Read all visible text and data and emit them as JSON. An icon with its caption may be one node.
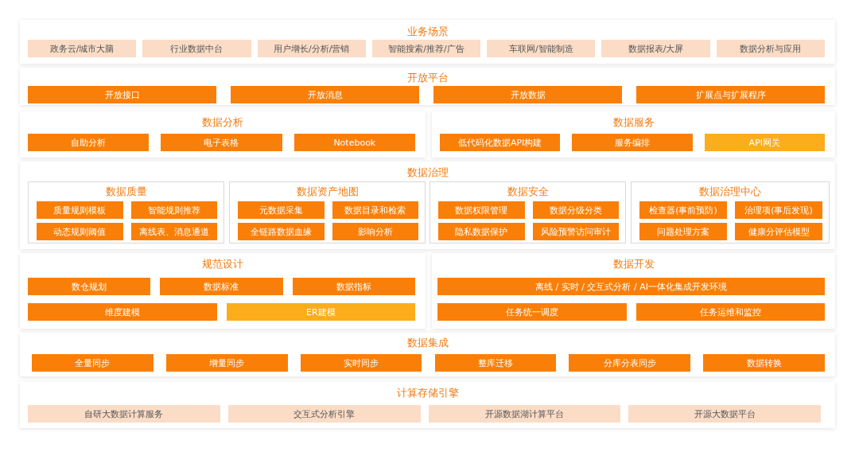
{
  "diagram": {
    "nodes": [
      {
        "text": [
          "业务场景"
        ]
      },
      {
        "text": [
          "政务云/城市大脑"
        ],
        "in": 0
      },
      {
        "text": [
          "行业数据中台"
        ],
        "in": 0
      },
      {
        "text": [
          "用户增长/分析/营销"
        ],
        "in": 0
      },
      {
        "text": [
          "智能搜索/推荐/广告"
        ],
        "in": 0
      },
      {
        "text": [
          "车联网/智能制造"
        ],
        "in": 0
      },
      {
        "text": [
          "数据报表/大屏"
        ],
        "in": 0
      },
      {
        "text": [
          "数据分析与应用"
        ],
        "in": 0
      },
      {
        "text": [
          "开放平台"
        ]
      },
      {
        "text": [
          "开放接口"
        ],
        "in": 8
      },
      {
        "text": [
          "开放消息"
        ],
        "in": 8
      },
      {
        "text": [
          "开放数据"
        ],
        "in": 8
      },
      {
        "text": [
          "扩展点与扩展程序"
        ],
        "in": 8
      },
      {
        "text": [
          "数据分析"
        ]
      },
      {
        "text": [
          "自助分析"
        ],
        "in": 13
      },
      {
        "text": [
          "电子表格"
        ],
        "in": 13
      },
      {
        "text": [
          "Notebook"
        ],
        "in": 13
      },
      {
        "text": [
          "数据服务"
        ]
      },
      {
        "text": [
          "低代码化数据API构建"
        ],
        "in": 17
      },
      {
        "text": [
          "服务编排"
        ],
        "in": 17
      },
      {
        "text": [
          "API网关"
        ],
        "in": 17
      },
      {
        "text": [
          "数据治理"
        ]
      },
      {
        "text": [
          "数据质量"
        ],
        "in": 21
      },
      {
        "text": [
          "质量规则模板"
        ],
        "in": 22
      },
      {
        "text": [
          "智能规则推荐"
        ],
        "in": 22
      },
      {
        "text": [
          "动态规则阈值"
        ],
        "in": 22
      },
      {
        "text": [
          "离线表、消息通道"
        ],
        "in": 22
      },
      {
        "text": [
          "数据资产地图"
        ],
        "in": 21
      },
      {
        "text": [
          "元数据采集"
        ],
        "in": 27
      },
      {
        "text": [
          "数据目录和检索"
        ],
        "in": 27
      },
      {
        "text": [
          "全链路数据血缘"
        ],
        "in": 27
      },
      {
        "text": [
          "影响分析"
        ],
        "in": 27
      },
      {
        "text": [
          "数据安全"
        ],
        "in": 21
      },
      {
        "text": [
          "数据权限管理"
        ],
        "in": 32
      },
      {
        "text": [
          "数据分级分类"
        ],
        "in": 32
      },
      {
        "text": [
          "隐私数据保护"
        ],
        "in": 32
      },
      {
        "text": [
          "风险预警访问审计"
        ],
        "in": 32
      },
      {
        "text": [
          "数据治理中心"
        ],
        "in": 21
      },
      {
        "text": [
          "检查器(事前预防)"
        ],
        "in": 37
      },
      {
        "text": [
          "治理项(事后发现)"
        ],
        "in": 37
      },
      {
        "text": [
          "问题处理方案"
        ],
        "in": 37
      },
      {
        "text": [
          "健康分评估模型"
        ],
        "in": 37
      },
      {
        "text": [
          "规范设计"
        ]
      },
      {
        "text": [
          "数仓规划"
        ],
        "in": 42
      },
      {
        "text": [
          "数据标准"
        ],
        "in": 42
      },
      {
        "text": [
          "数据指标"
        ],
        "in": 42
      },
      {
        "text": [
          "维度建模"
        ],
        "in": 42
      },
      {
        "text": [
          "ER建模"
        ],
        "in": 42
      },
      {
        "text": [
          "数据开发"
        ]
      },
      {
        "text": [
          "离线 / 实时 / 交互式分析 / AI一体化集成开发环境"
        ],
        "in": 48
      },
      {
        "text": [
          "任务统一调度"
        ],
        "in": 48
      },
      {
        "text": [
          "任务运维和监控"
        ],
        "in": 48
      },
      {
        "text": [
          "数据集成"
        ]
      },
      {
        "text": [
          "全量同步"
        ],
        "in": 52
      },
      {
        "text": [
          "增量同步"
        ],
        "in": 52
      },
      {
        "text": [
          "实时同步"
        ],
        "in": 52
      },
      {
        "text": [
          "整库迁移"
        ],
        "in": 52
      },
      {
        "text": [
          "分库分表同步"
        ],
        "in": 52
      },
      {
        "text": [
          "数据转换"
        ],
        "in": 52
      },
      {
        "text": [
          "计算存储引擎"
        ]
      },
      {
        "text": [
          "自研大数据计算服务"
        ],
        "in": 59
      },
      {
        "text": [
          "交互式分析引擎"
        ],
        "in": 59
      },
      {
        "text": [
          "开源数据湖计算平台"
        ],
        "in": 59
      },
      {
        "text": [
          "开源大数据平台"
        ],
        "in": 59
      }
    ]
  }
}
